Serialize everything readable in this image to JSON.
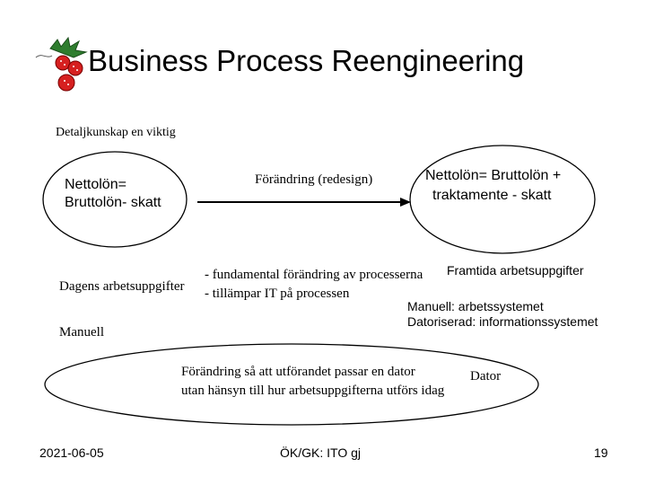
{
  "title": "Business Process Reengineering",
  "logo_icon": "strawberry-icon",
  "subtitle": "Detaljkunskap en viktig",
  "left_ellipse": {
    "line1": "Nettolön=",
    "line2": "Bruttolön- skatt"
  },
  "arrow_label": "Förändring (redesign)",
  "right_ellipse": {
    "line1": "Nettolön= Bruttolön +",
    "line2": "traktamente - skatt"
  },
  "current_tasks": "Dagens arbetsuppgifter",
  "change_points": [
    "- fundamental förändring av processerna",
    "- tillämpar IT  på processen"
  ],
  "future_tasks": "Framtida arbetsuppgifter",
  "future_items": [
    "Manuell: arbetssystemet",
    "Datoriserad: informationssystemet"
  ],
  "manual_label": "Manuell",
  "bottom_ellipse": {
    "line1": "Förändring så att utförandet passar en dator",
    "line2": "utan hänsyn till hur arbetsuppgifterna utförs idag"
  },
  "computer_label": "Dator",
  "footer": {
    "date": "2021-06-05",
    "author": "ÖK/GK: ITO gj",
    "page": "19"
  }
}
